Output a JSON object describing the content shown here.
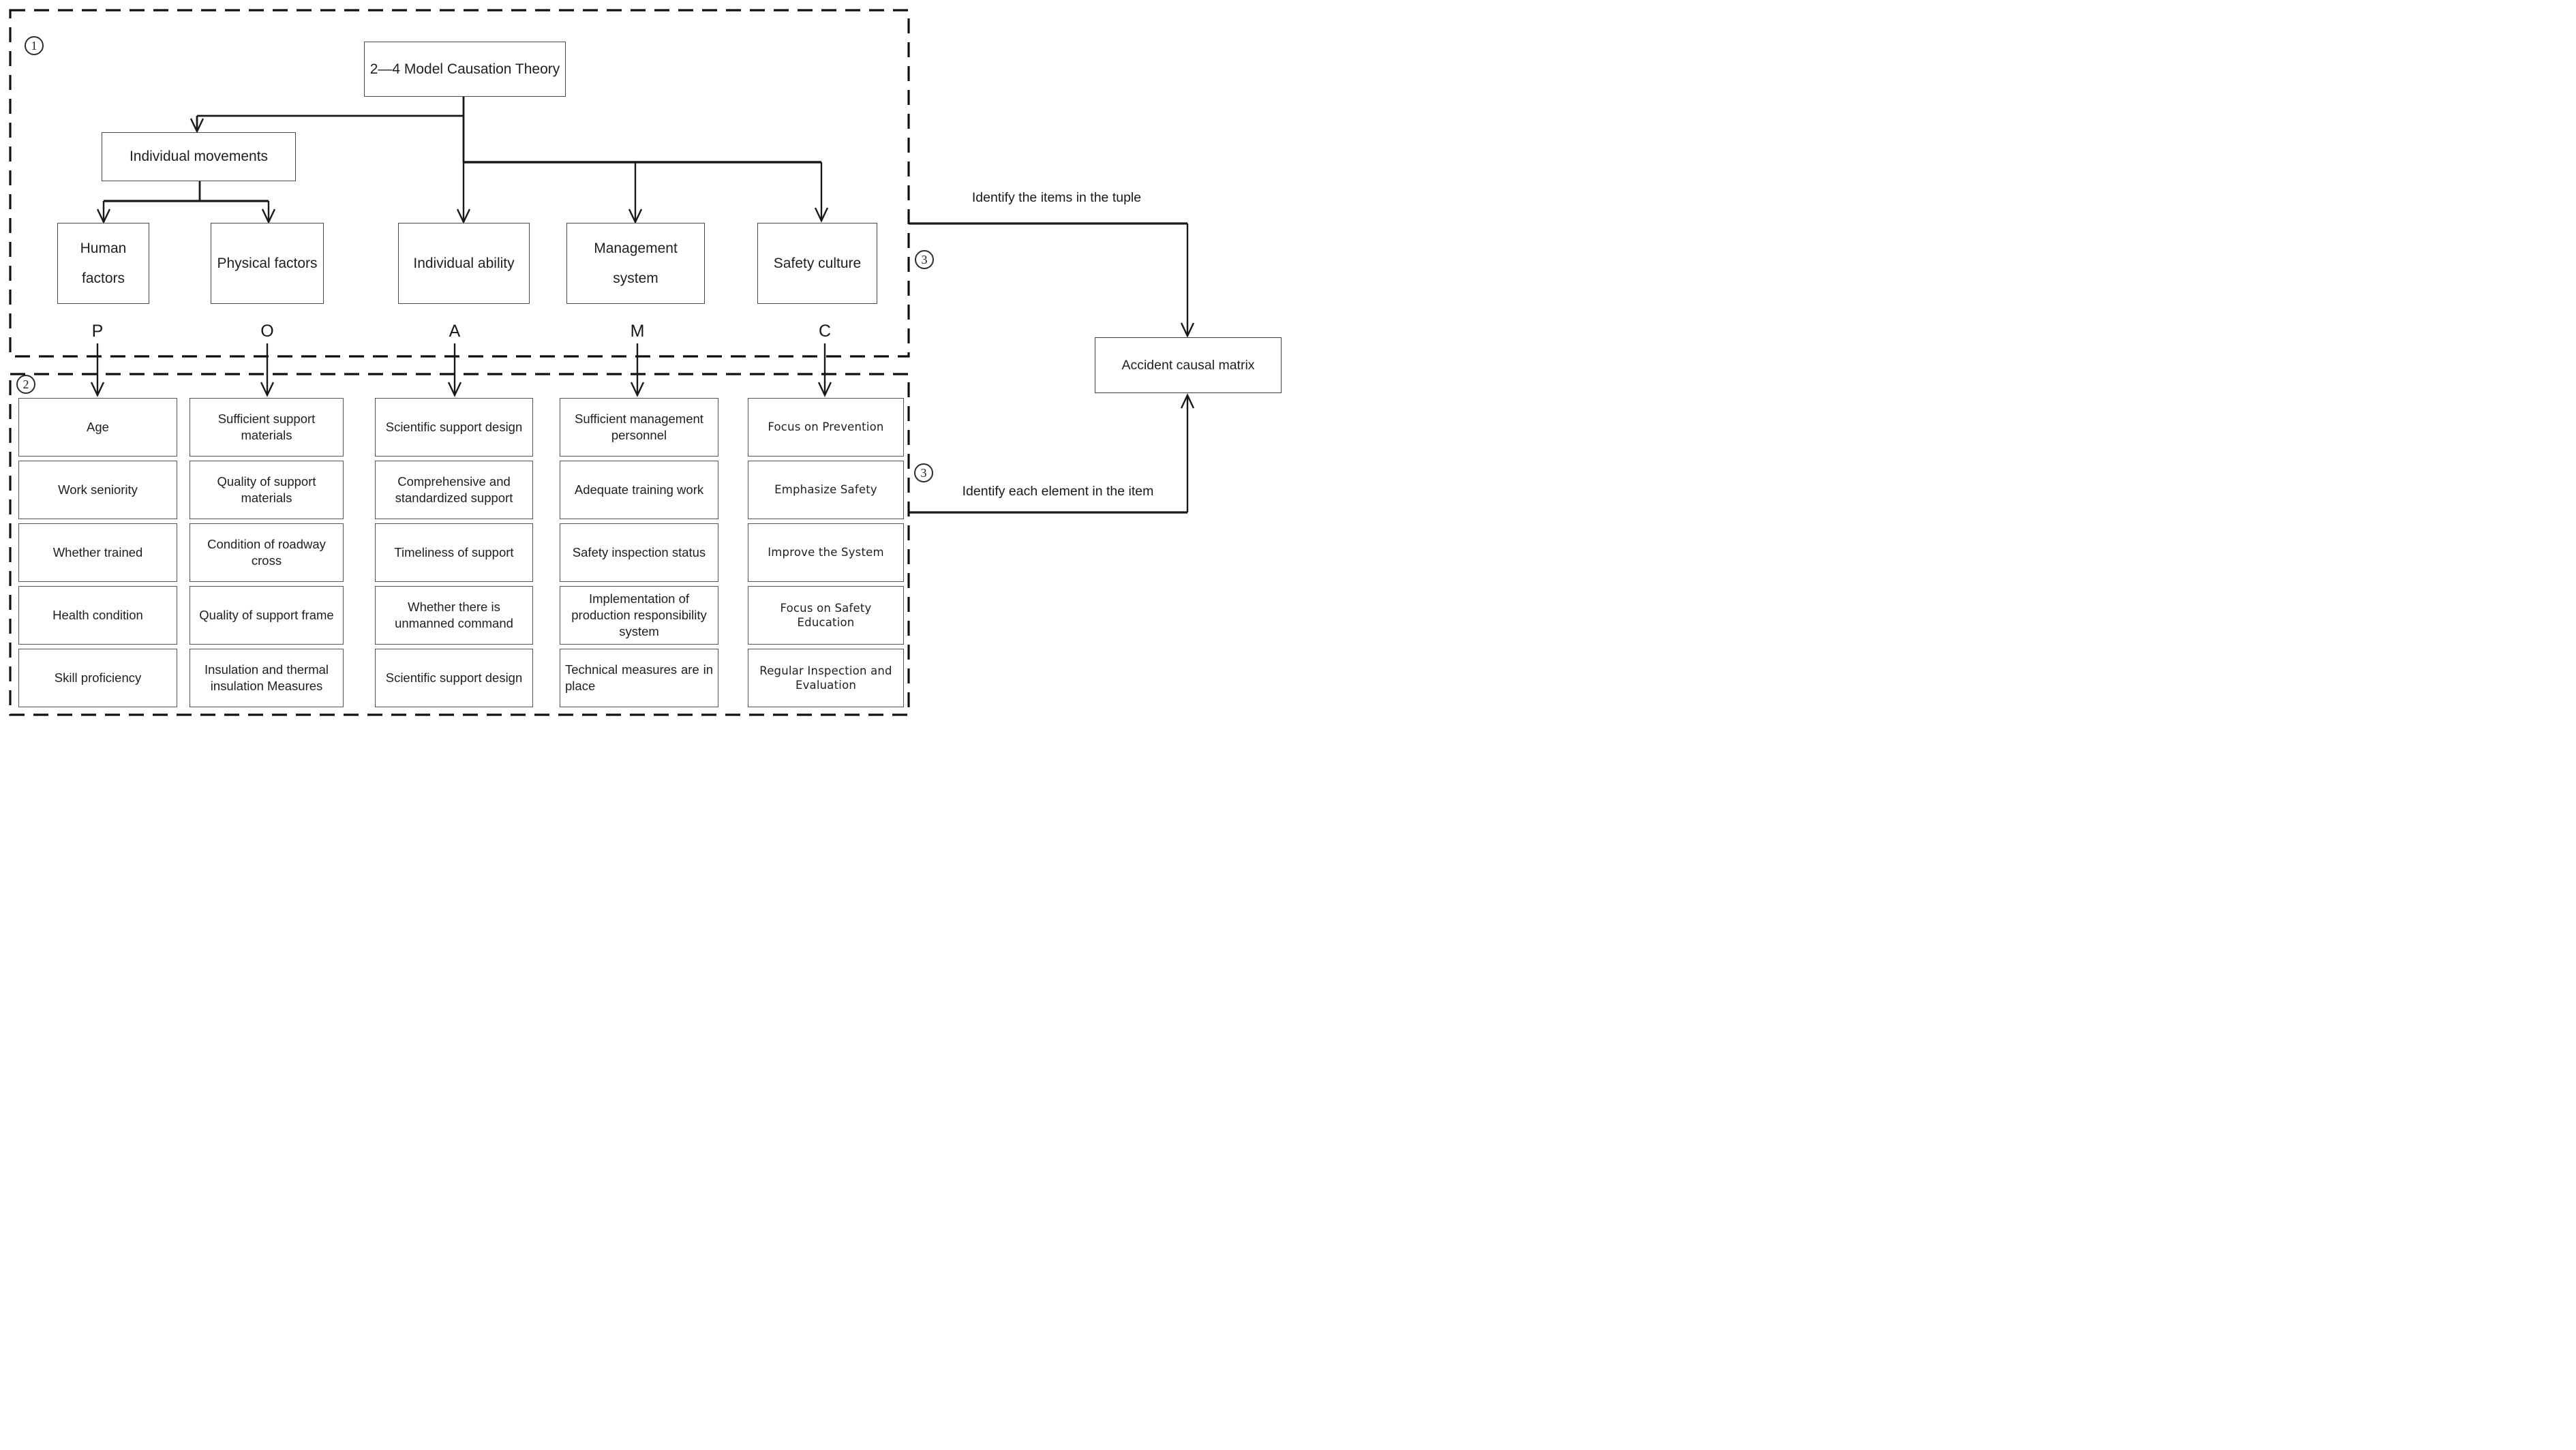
{
  "section1": {
    "badge": "1",
    "root_label": "2—4 Model Causation Theory",
    "movements_label": "Individual movements",
    "factors": [
      {
        "label": "Human factors",
        "letter": "P"
      },
      {
        "label": "Physical factors",
        "letter": "O"
      },
      {
        "label": "Individual ability",
        "letter": "A"
      },
      {
        "label": "Management system",
        "letter": "M"
      },
      {
        "label": "Safety culture",
        "letter": "C"
      }
    ]
  },
  "section2": {
    "badge": "2",
    "columns": [
      {
        "letter": "P",
        "items": [
          "Age",
          "Work seniority",
          "Whether trained",
          "Health condition",
          "Skill proficiency"
        ]
      },
      {
        "letter": "O",
        "items": [
          "Sufficient support materials",
          "Quality of support materials",
          "Condition of roadway cross",
          "Quality of support frame",
          "Insulation and thermal insulation Measures"
        ]
      },
      {
        "letter": "A",
        "items": [
          "Scientific support design",
          "Comprehensive and standardized support",
          "Timeliness of support",
          "Whether there is unmanned command",
          "Scientific support design"
        ]
      },
      {
        "letter": "M",
        "items": [
          "Sufficient management personnel",
          "Adequate training work",
          "Safety inspection status",
          "Implementation of production responsibility system",
          "Technical measures are in place"
        ]
      },
      {
        "letter": "C",
        "items": [
          "Focus on Prevention",
          "Emphasize Safety",
          "Improve the System",
          "Focus on Safety Education",
          "Regular Inspection and Evaluation"
        ]
      }
    ]
  },
  "right": {
    "step_badge": "3",
    "tuple_label": "Identify the items in the tuple",
    "element_label": "Identify each element in the item",
    "matrix_label": "Accident causal matrix"
  }
}
